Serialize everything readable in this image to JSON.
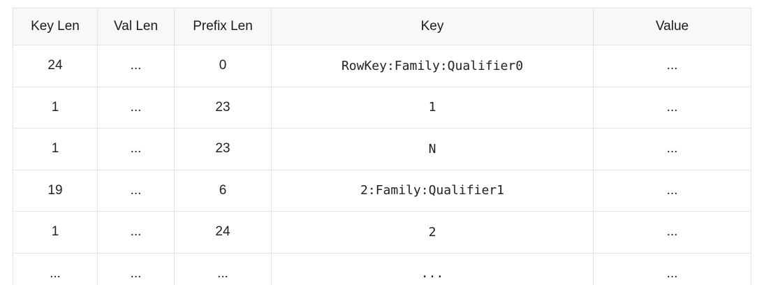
{
  "table": {
    "name": "hbase-keyvalue-prefix-encoding-table",
    "columns": [
      {
        "key": "key_len",
        "label": "Key Len"
      },
      {
        "key": "val_len",
        "label": "Val Len"
      },
      {
        "key": "prefix_len",
        "label": "Prefix Len"
      },
      {
        "key": "key",
        "label": "Key"
      },
      {
        "key": "value",
        "label": "Value"
      }
    ],
    "rows": [
      {
        "key_len": "24",
        "val_len": "...",
        "prefix_len": "0",
        "key": "RowKey:Family:Qualifier0",
        "value": "..."
      },
      {
        "key_len": "1",
        "val_len": "...",
        "prefix_len": "23",
        "key": "1",
        "value": "..."
      },
      {
        "key_len": "1",
        "val_len": "...",
        "prefix_len": "23",
        "key": "N",
        "value": "..."
      },
      {
        "key_len": "19",
        "val_len": "...",
        "prefix_len": "6",
        "key": "2:Family:Qualifier1",
        "value": "..."
      },
      {
        "key_len": "1",
        "val_len": "...",
        "prefix_len": "24",
        "key": "2",
        "value": "..."
      },
      {
        "key_len": "...",
        "val_len": "...",
        "prefix_len": "...",
        "key": "...",
        "value": "..."
      }
    ]
  },
  "colors": {
    "header_background": "#f8f8f8",
    "row_background": "#ffffff",
    "border": "#e3e3e3",
    "text": "#222222",
    "page_background": "#ffffff"
  }
}
